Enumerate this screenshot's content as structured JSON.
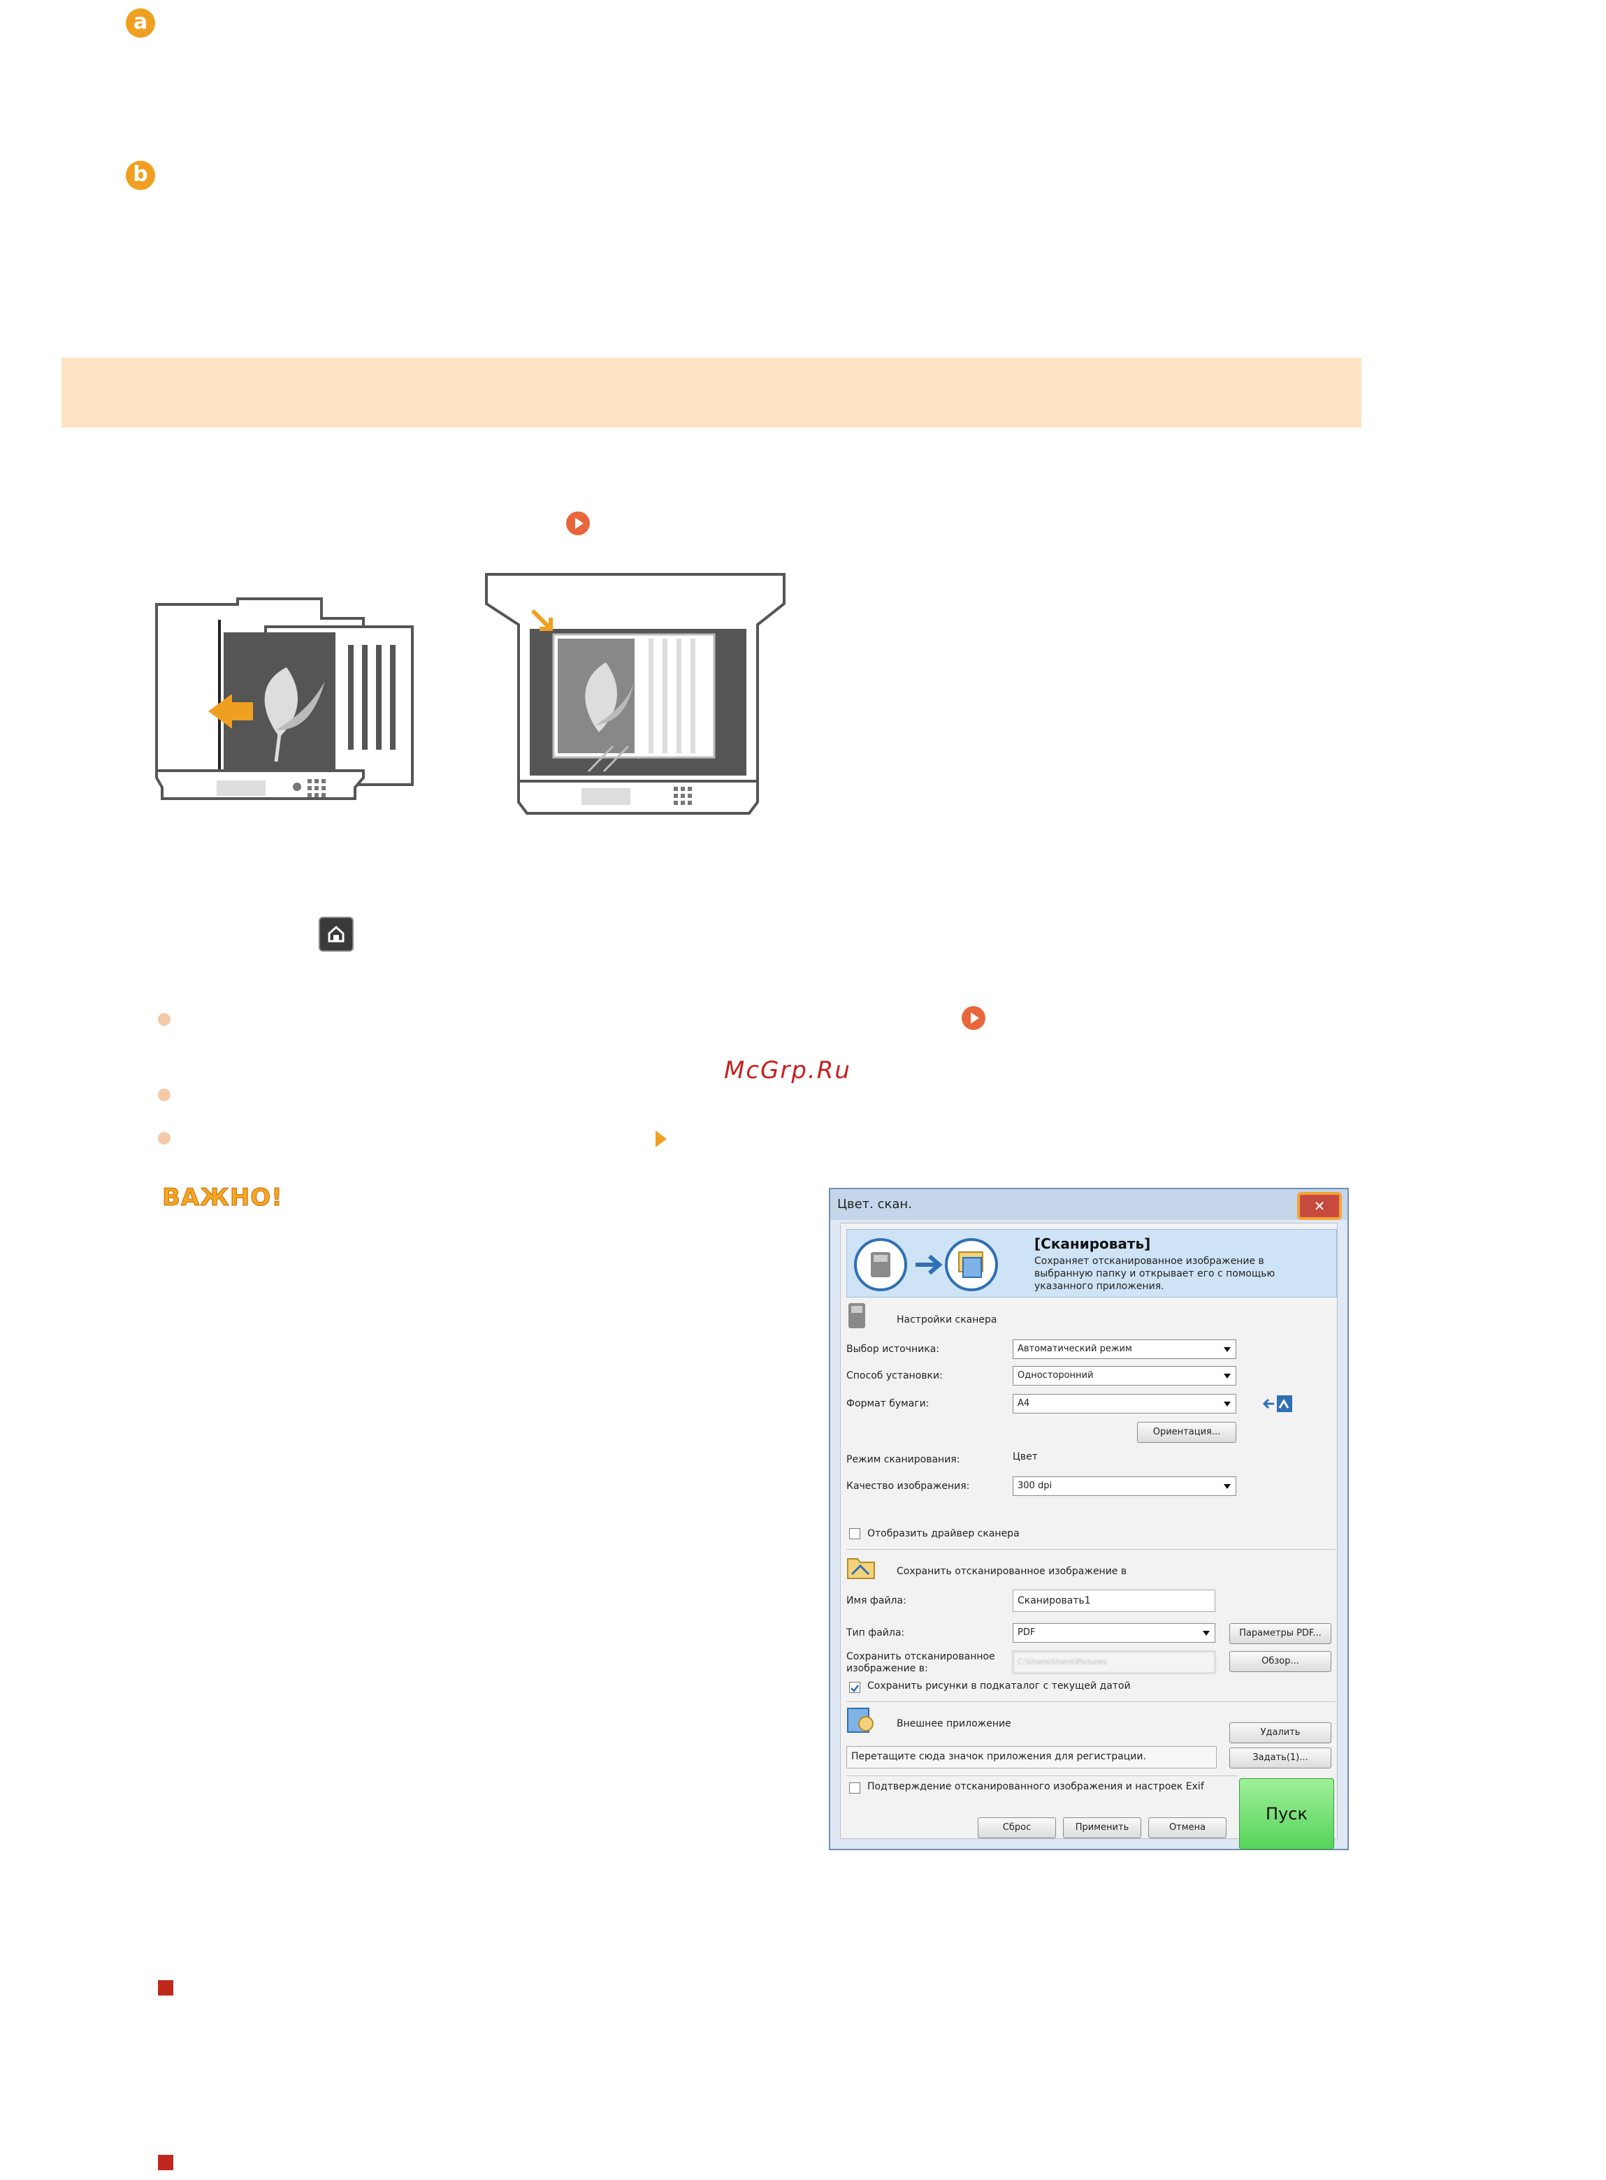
{
  "page": {
    "badges": [
      "a",
      "b"
    ],
    "watermark": "McGrp.Ru",
    "important_label": "ВАЖНО!"
  },
  "icons": {
    "go_icon": "circle-arrow-right",
    "home_button": "home-icon",
    "small_arrow": "small-triangle-arrow"
  },
  "dialog": {
    "title": "Цвет. скан.",
    "close_label": "✕",
    "header": {
      "title": "[Сканировать]",
      "description": "Сохраняет отсканированное изображение в выбранную папку и открывает его с помощью указанного приложения."
    },
    "scanner_section": "Настройки сканера",
    "source_label": "Выбор источника:",
    "source_value": "Автоматический режим",
    "duplex_label": "Способ установки:",
    "duplex_value": "Односторонний",
    "paper_label": "Формат бумаги:",
    "paper_value": "A4",
    "orientation_button": "Ориентация...",
    "scan_mode_label": "Режим сканирования:",
    "scan_mode_value": "Цвет",
    "quality_label": "Качество изображения:",
    "quality_value": "300 dpi",
    "show_driver": "Отобразить драйвер сканера",
    "save_section": "Сохранить отсканированное изображение в",
    "filename_label": "Имя файла:",
    "filename_value": "Сканировать1",
    "filetype_label": "Тип файла:",
    "filetype_value": "PDF",
    "pdf_params_button": "Параметры PDF...",
    "save_to_label": "Сохранить отсканированное изображение в:",
    "save_to_value": "C:\\Users\\Users\\Pictures",
    "browse_button": "Обзор...",
    "subfolder_checkbox": "Сохранить рисунки в подкаталог с текущей датой",
    "external_section": "Внешнее приложение",
    "delete_button": "Удалить",
    "drag_hint": "Перетащите сюда значок приложения для регистрации.",
    "set_button": "Задать(1)...",
    "confirm_checkbox": "Подтверждение отсканированного изображения и настроек Exif",
    "reset_button": "Сброс",
    "apply_button": "Применить",
    "cancel_button": "Отмена",
    "start_button": "Пуск"
  }
}
